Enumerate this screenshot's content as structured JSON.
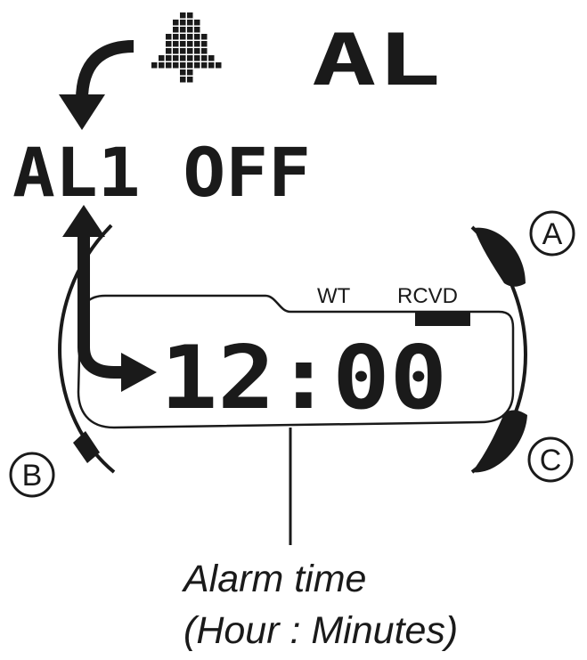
{
  "mode_indicator": {
    "icon": "bell-icon",
    "label": "AL"
  },
  "alarm_status": {
    "text": "AL1 OFF"
  },
  "lcd": {
    "indicator_wt": "WT",
    "indicator_rcvd": "RCVD",
    "time_display": "12:00"
  },
  "buttons": {
    "a": "A",
    "b": "B",
    "c": "C"
  },
  "caption": {
    "line1": "Alarm time",
    "line2": "(Hour : Minutes)"
  },
  "colors": {
    "ink": "#1a1a1a",
    "background": "#ffffff"
  }
}
